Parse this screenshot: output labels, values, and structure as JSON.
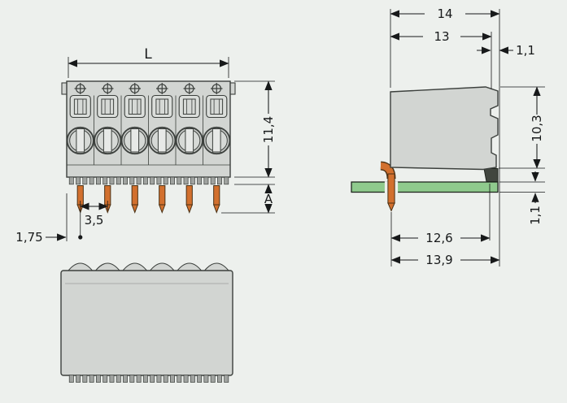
{
  "drawing_title": "connector-dimension-drawing",
  "poles": 6,
  "front_view": {
    "length_label": "L",
    "height": "11,4",
    "pin_length_label": "A",
    "pin_pitch": "3,5",
    "edge_to_first_pin": "1,75"
  },
  "side_view": {
    "overall_width": "14",
    "body_width": "13",
    "latch_offset": "1,1",
    "body_height": "10,3",
    "pcb_thickness": "1,1",
    "pin_to_latch": "12,6",
    "pin_to_outer_edge": "13,9"
  },
  "colors": {
    "background": "#edf0ed",
    "housing": "#d2d5d2",
    "housing_outline": "#3c403d",
    "lever": "#dbdedb",
    "port_outer": "#c5c8c5",
    "port_inner": "#d6d9d6",
    "slot": "#e7e9e7",
    "tooth": "#a0a3a0",
    "pin": "#d2702e",
    "pin_outline": "#4a3115",
    "pcb": "#8fca8d",
    "dimension": "#17191a",
    "support_dark": "#41463f"
  }
}
